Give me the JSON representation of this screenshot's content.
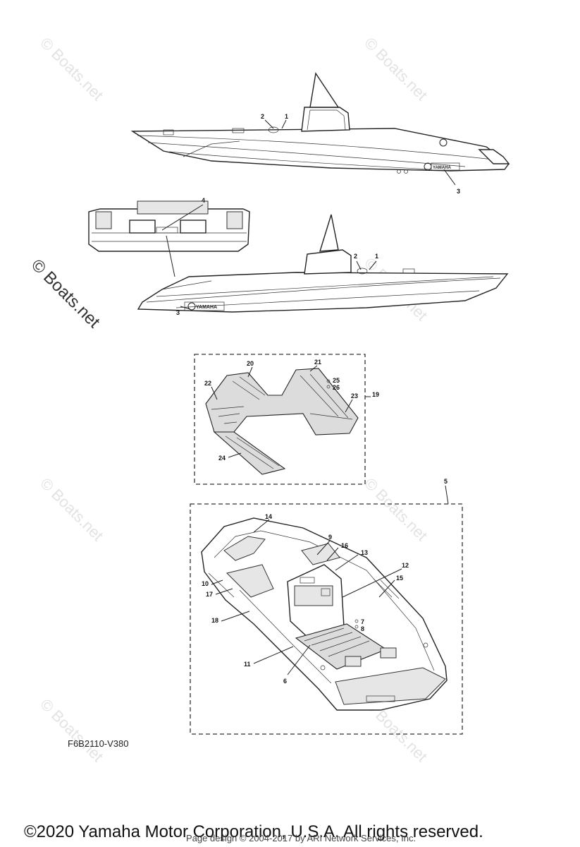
{
  "watermark": {
    "text": "© Boats.net"
  },
  "diagram_code": "F6B2110-V380",
  "copyright": "©2020 Yamaha Motor Corporation, U.S.A. All rights reserved.",
  "credit": "Page design © 2004-2017 by ARI Network Services, Inc.",
  "hull_badge": "YAMAHA",
  "callouts": [
    "1",
    "2",
    "3",
    "4",
    "5",
    "6",
    "7",
    "8",
    "9",
    "10",
    "11",
    "12",
    "13",
    "14",
    "15",
    "16",
    "17",
    "18",
    "19",
    "20",
    "21",
    "22",
    "23",
    "24",
    "25",
    "26"
  ],
  "colors": {
    "line": "#222222",
    "watermark": "#e3e3e3",
    "mat_fill": "#dcdcdc"
  }
}
